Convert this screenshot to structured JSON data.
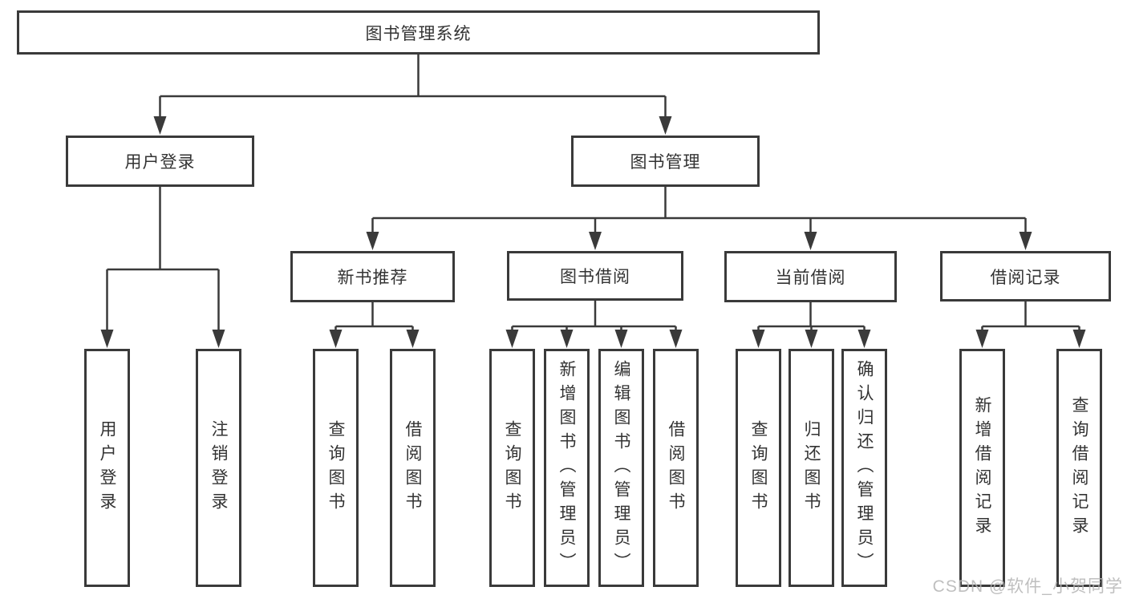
{
  "tree": {
    "root": {
      "label": "图书管理系统"
    },
    "branches": [
      {
        "label": "用户登录",
        "leaves": [
          "用户登录",
          "注销登录"
        ]
      },
      {
        "label": "图书管理",
        "groups": [
          {
            "label": "新书推荐",
            "leaves": [
              "查询图书",
              "借阅图书"
            ]
          },
          {
            "label": "图书借阅",
            "leaves": [
              "查询图书",
              "新增图书（管理员）",
              "编辑图书（管理员）",
              "借阅图书"
            ]
          },
          {
            "label": "当前借阅",
            "leaves": [
              "查询图书",
              "归还图书",
              "确认归还（管理员）"
            ]
          },
          {
            "label": "借阅记录",
            "leaves": [
              "新增借阅记录",
              "查询借阅记录"
            ]
          }
        ]
      }
    ]
  },
  "watermark": {
    "text": "CSDN @软件_小贺同学"
  },
  "colors": {
    "line": "#3a3a3a",
    "box_border": "#3a3a3a",
    "text": "#333333",
    "background": "#ffffff",
    "watermark": "#b5b5b5"
  }
}
